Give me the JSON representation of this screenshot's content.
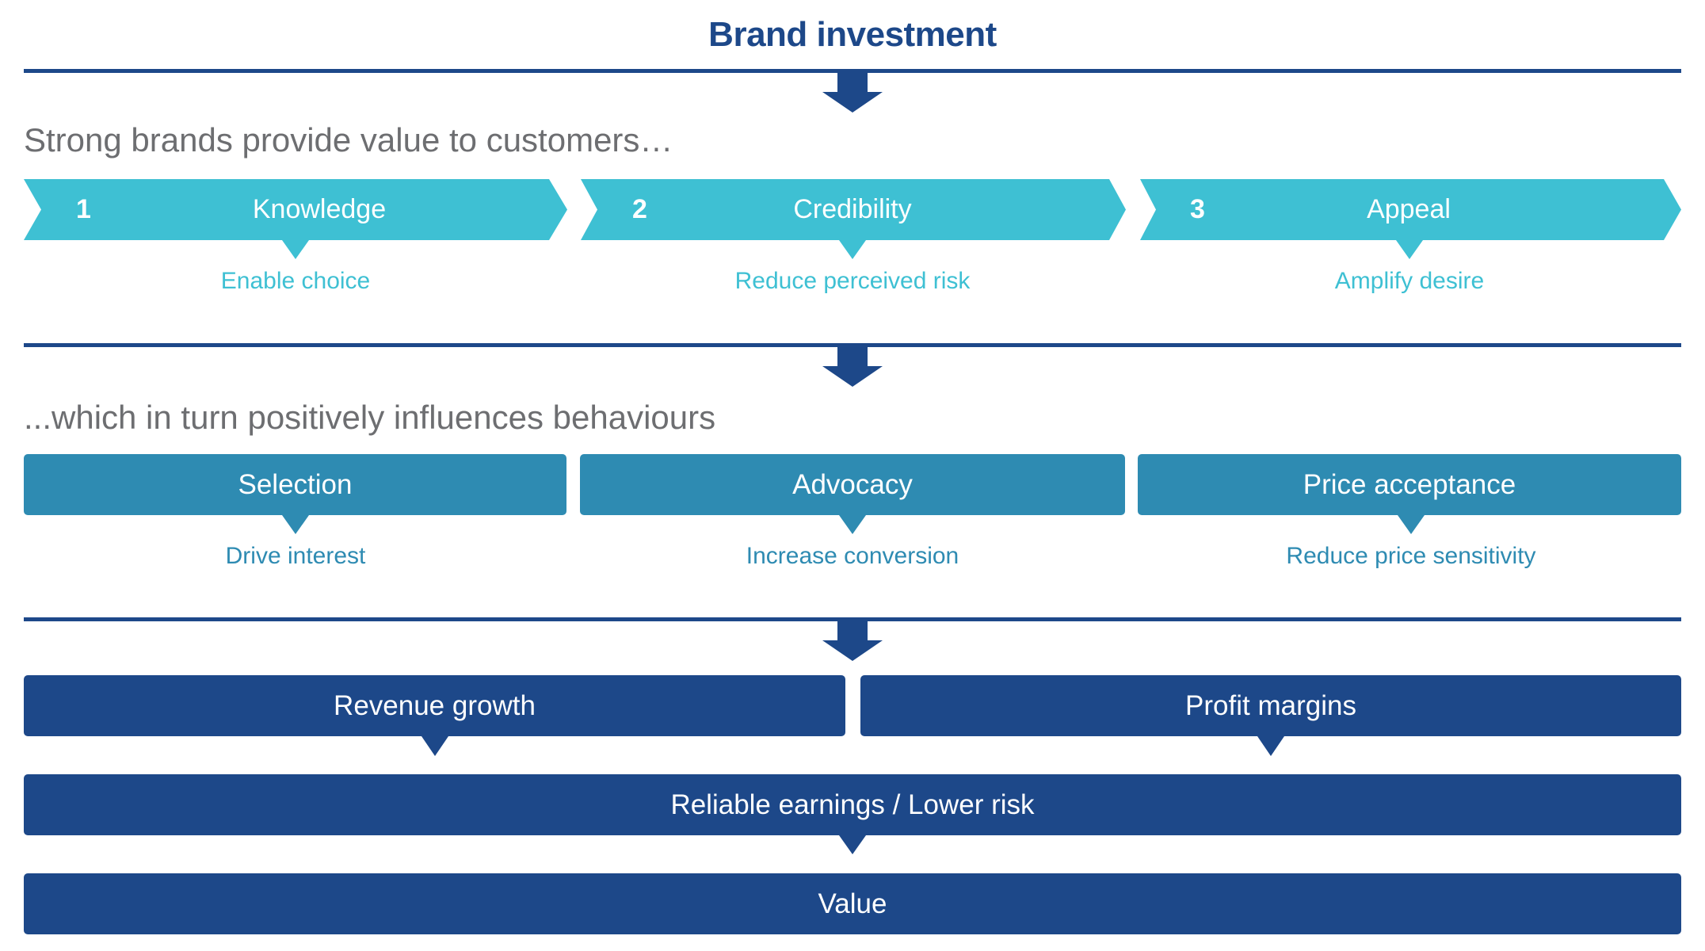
{
  "title": "Brand investment",
  "colors": {
    "navy": "#1d4889",
    "teal": "#3ec0d3",
    "mid_blue": "#2e8bb2",
    "gray_text": "#6d6e71"
  },
  "section1": {
    "heading": "Strong brands provide value to customers…",
    "steps": [
      {
        "number": "1",
        "label": "Knowledge",
        "effect": "Enable choice"
      },
      {
        "number": "2",
        "label": "Credibility",
        "effect": "Reduce perceived risk"
      },
      {
        "number": "3",
        "label": "Appeal",
        "effect": "Amplify desire"
      }
    ]
  },
  "section2": {
    "heading": "...which in turn positively influences behaviours",
    "behaviours": [
      {
        "label": "Selection",
        "effect": "Drive interest"
      },
      {
        "label": "Advocacy",
        "effect": "Increase conversion"
      },
      {
        "label": "Price acceptance",
        "effect": "Reduce price sensitivity"
      }
    ]
  },
  "section3": {
    "outcomes": [
      {
        "label": "Revenue growth"
      },
      {
        "label": "Profit margins"
      }
    ],
    "result": "Reliable earnings / Lower risk",
    "final": "Value"
  },
  "icons": {
    "flow_arrow": "down-arrow-icon"
  }
}
